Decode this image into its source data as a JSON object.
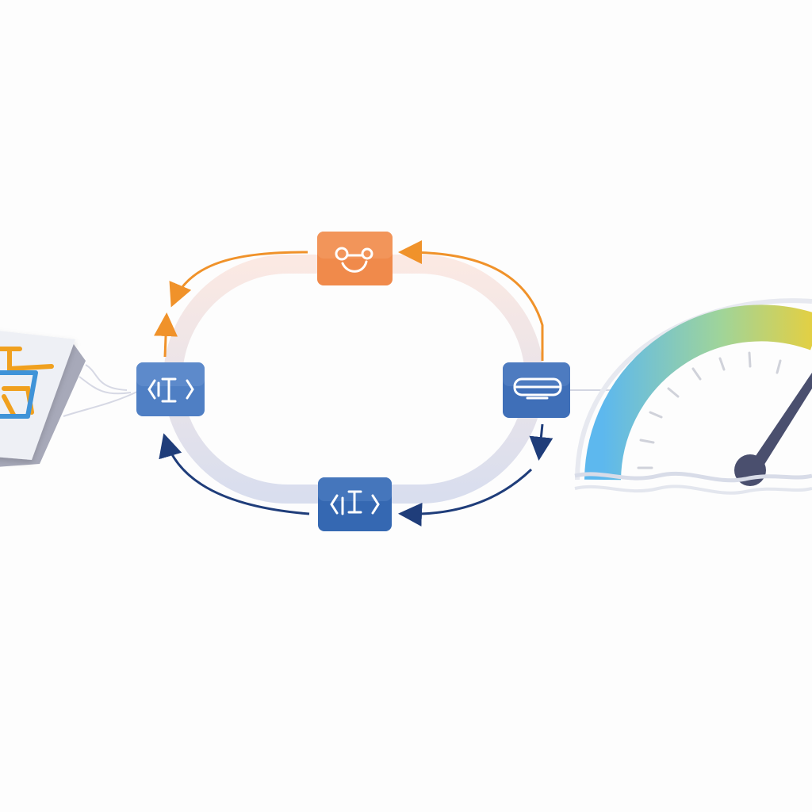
{
  "diagram": {
    "nodes": [
      {
        "id": "top",
        "icon": "link-person-icon",
        "color": "#f08a4b"
      },
      {
        "id": "left",
        "icon": "code-bracket-icon",
        "color": "#4f7fc4"
      },
      {
        "id": "right",
        "icon": "toggle-panel-icon",
        "color": "#3f6fb8"
      },
      {
        "id": "bottom",
        "icon": "code-block-icon",
        "color": "#3568b2"
      }
    ],
    "cycle_colors": {
      "upper": "#f0922a",
      "lower": "#1f3d7a"
    },
    "input_card": {
      "icon": "flowchart-card-icon"
    },
    "gauge": {
      "icon": "speedometer-gauge-icon",
      "gradient": [
        "#5db8ee",
        "#9fd49a",
        "#e6cf3f"
      ],
      "needle_color": "#4a4f6e"
    }
  }
}
